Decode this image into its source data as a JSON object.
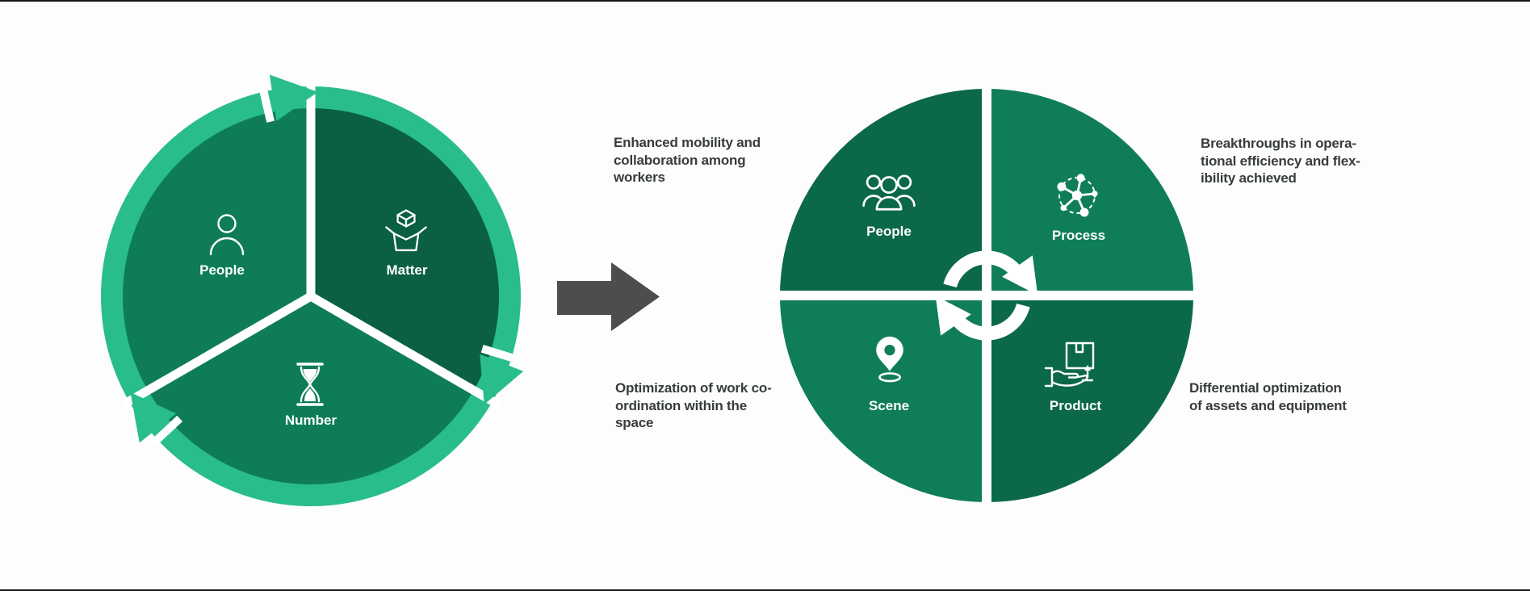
{
  "colors": {
    "ring_green": "#29BD8D",
    "segment_medium": "#0E7D56",
    "segment_dark": "#0A5F44",
    "quad_dark": "#0C684B",
    "quad_medium": "#0F7E58",
    "arrow_gray": "#4D4D4D",
    "text_dark": "#373C3C",
    "label_white": "#FFFFFF"
  },
  "left_cycle": {
    "name": "three-element cycle",
    "center_junction": "white 3-way divider",
    "ring_icon": "clockwise-cycle-arrows-icon",
    "segments": [
      {
        "label": "People",
        "icon": "person-icon"
      },
      {
        "label": "Matter",
        "icon": "open-box-cube-icon"
      },
      {
        "label": "Number",
        "icon": "hourglass-icon"
      }
    ]
  },
  "transition_arrow": {
    "icon": "block-arrow-right-icon",
    "direction": "right"
  },
  "right_cycle": {
    "name": "four-quadrant cycle",
    "center_icon": "sync-arrows-icon",
    "quadrants": [
      {
        "label": "People",
        "icon": "people-group-icon"
      },
      {
        "label": "Process",
        "icon": "network-molecule-icon"
      },
      {
        "label": "Scene",
        "icon": "location-pin-icon"
      },
      {
        "label": "Product",
        "icon": "hand-holding-box-icon"
      }
    ]
  },
  "annotations": [
    {
      "position": "top-left",
      "lines": [
        "Enhanced mobility and",
        "collaboration among",
        "workers"
      ]
    },
    {
      "position": "bottom-left",
      "lines": [
        "Optimization of work co-",
        "ordination within the",
        "space"
      ]
    },
    {
      "position": "top-right",
      "lines": [
        "Breakthroughs in opera-",
        "tional efficiency and flex-",
        "ibility achieved"
      ]
    },
    {
      "position": "bottom-right",
      "lines": [
        "Differential optimization",
        "of assets and equipment"
      ]
    }
  ]
}
